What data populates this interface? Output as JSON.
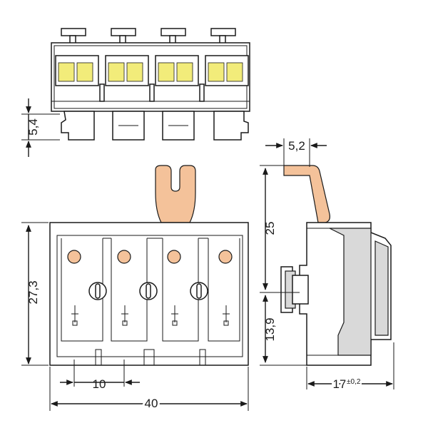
{
  "colors": {
    "lever": "#f4c29a",
    "contact_yellow": "#f2ec7a",
    "line": "#1a1a1a",
    "background": "#ffffff"
  },
  "dimensions": {
    "front_height": "5,4",
    "top_width": "5,2",
    "side_height": "27,3",
    "lever_height": "25",
    "base_height": "13,9",
    "pitch": "10",
    "total_width": "40",
    "depth": "17",
    "depth_tolerance": "±0,2"
  }
}
